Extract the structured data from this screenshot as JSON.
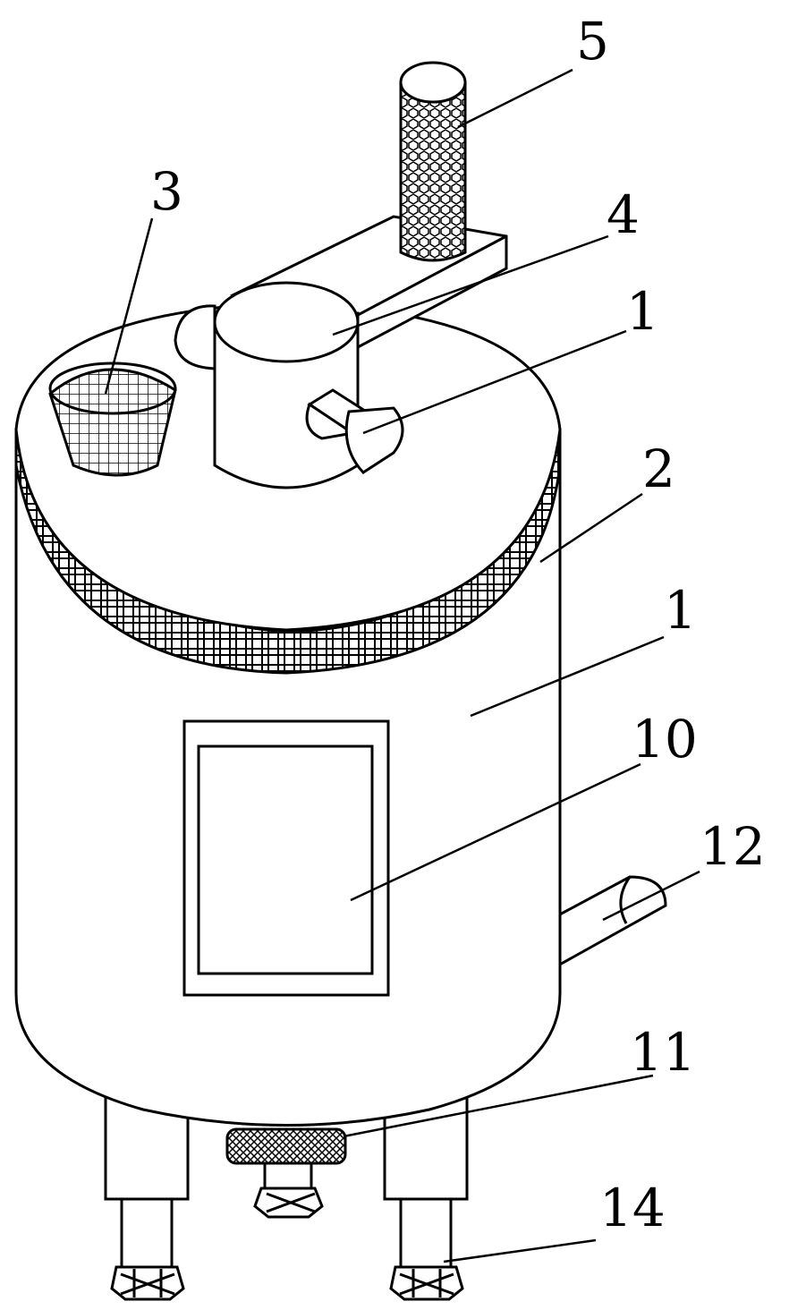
{
  "labels": {
    "l5": "5",
    "l3": "3",
    "l4": "4",
    "l1a": "1",
    "l2": "2",
    "l1b": "1",
    "l10": "10",
    "l12": "12",
    "l11": "11",
    "l14": "14"
  },
  "colors": {
    "line": "#000000",
    "background": "#ffffff"
  }
}
